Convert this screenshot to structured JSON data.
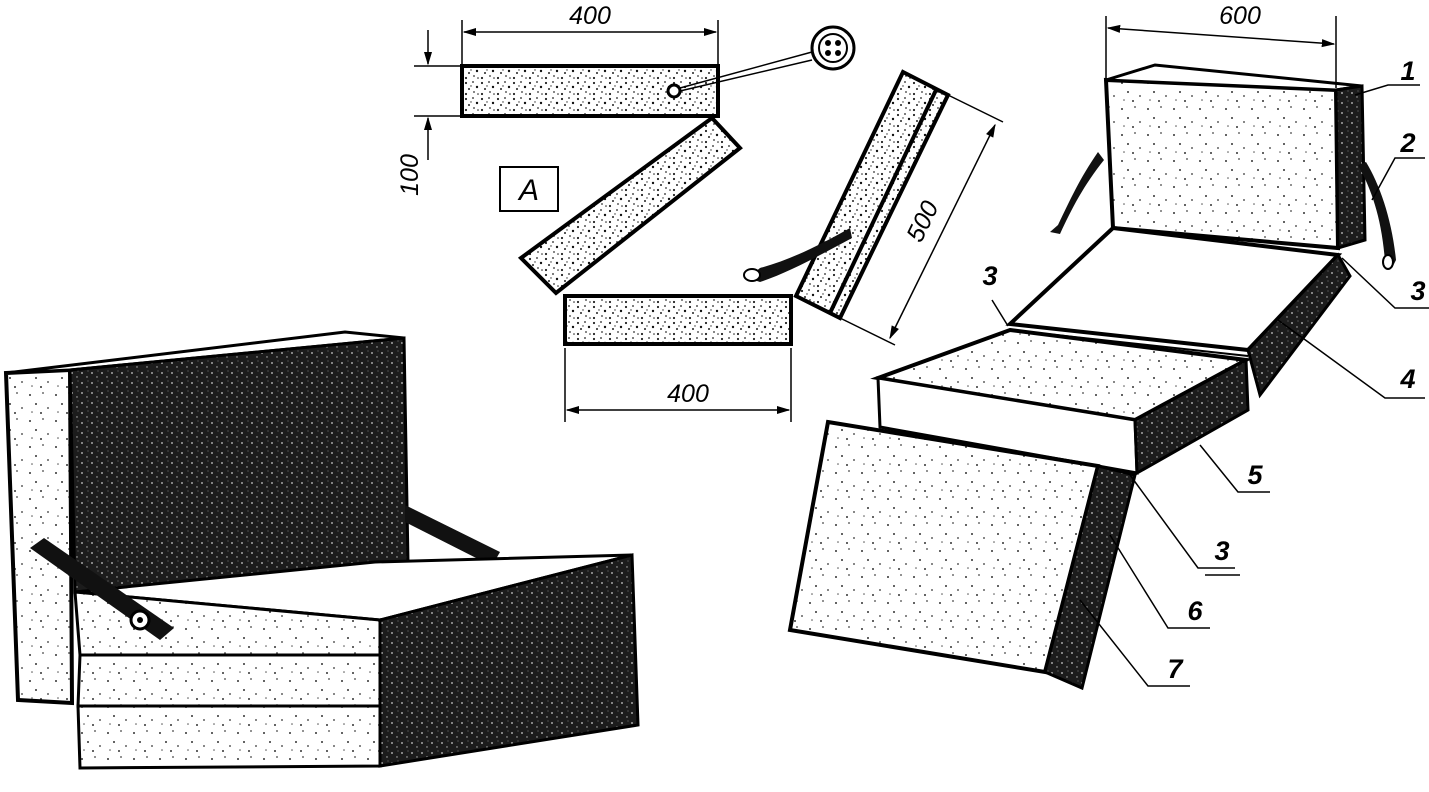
{
  "figure": {
    "view_a_label": "A",
    "dimensions": {
      "top_block_width": "400",
      "block_thickness": "100",
      "bottom_block_width": "400",
      "back_block_length": "500",
      "unfolded_width": "600"
    },
    "callouts": [
      "1",
      "2",
      "3",
      "3",
      "3",
      "4",
      "5",
      "3",
      "6",
      "7"
    ]
  },
  "colors": {
    "ink": "#000000",
    "paper": "#ffffff",
    "dark_fill": "#1a1a1a",
    "light_fill": "#f2f2f2"
  }
}
